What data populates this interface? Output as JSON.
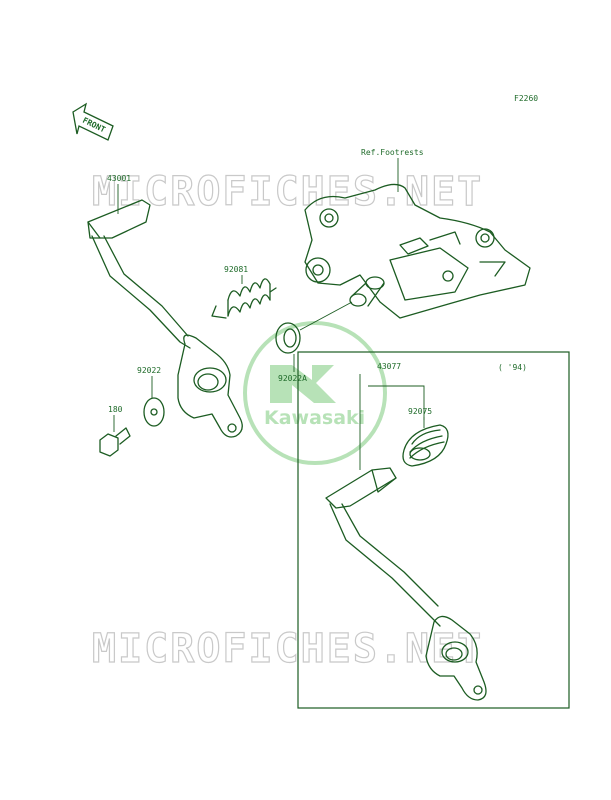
{
  "figure_code": "F2260",
  "front_arrow_text": "FRONT",
  "ref_label": "Ref.Footrests",
  "inset_year": "( '94)",
  "watermarks": {
    "top": "MICROFICHES.NET",
    "bottom": "MICROFICHES.NET",
    "logo_text": "Kawasaki"
  },
  "parts": [
    {
      "id": "pedal_main",
      "number": "43001"
    },
    {
      "id": "spring",
      "number": "92081"
    },
    {
      "id": "washer_a",
      "number": "92022A"
    },
    {
      "id": "washer",
      "number": "92022"
    },
    {
      "id": "bolt",
      "number": "180"
    },
    {
      "id": "pedal_94",
      "number": "43077"
    },
    {
      "id": "pedal_rubber",
      "number": "92075"
    }
  ],
  "colors": {
    "line": "#1c5c22",
    "text": "#1f6b2a",
    "watermark": "#c9c9c9",
    "logo": "#8fd08f"
  }
}
